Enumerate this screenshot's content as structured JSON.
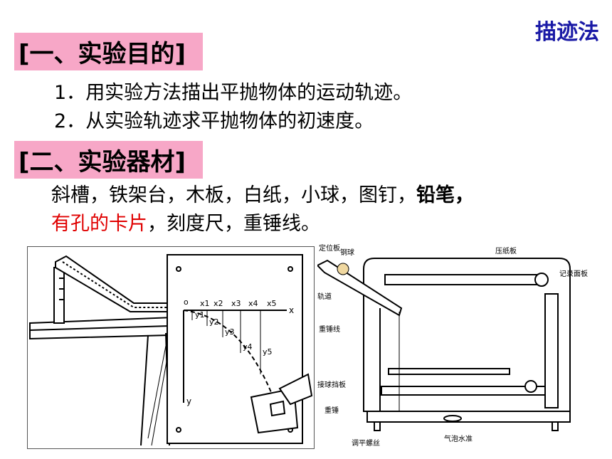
{
  "header": {
    "method_tag": "描迹法"
  },
  "section1": {
    "heading": "[一、实验目的]",
    "items": [
      {
        "num": "1．",
        "text": "用实验方法描出平抛物体的",
        "emph": "运动轨迹",
        "tail": "。"
      },
      {
        "num": "2．",
        "text": "从实验轨迹求平抛物体的",
        "emph": "初速度",
        "tail": "。"
      }
    ]
  },
  "section2": {
    "heading": "[二、实验器材]",
    "line1_text": "斜槽，铁架台，木板，白纸，小球，图钉，",
    "line1_bold": "铅笔，",
    "line2_red": "有孔的卡片",
    "line2_rest": "，刻度尺，重锤线。"
  },
  "figure_left": {
    "axis_x": "x",
    "axis_y": "y",
    "origin": "o",
    "x_labels": [
      "x1",
      "x2",
      "x3",
      "x4",
      "x5"
    ],
    "y_labels": [
      "y1",
      "y2",
      "y3",
      "y4",
      "y5"
    ]
  },
  "figure_right": {
    "labels": {
      "positioning_plate": "定位板",
      "steel_ball": "钢球",
      "track": "轨道",
      "plumb_line": "重锤线",
      "ball_catcher": "接球挡板",
      "weight": "重锤",
      "level_screw": "调平螺丝",
      "bubble_level": "气泡水准",
      "press_plate": "压纸板",
      "record_board": "记录面板"
    }
  }
}
